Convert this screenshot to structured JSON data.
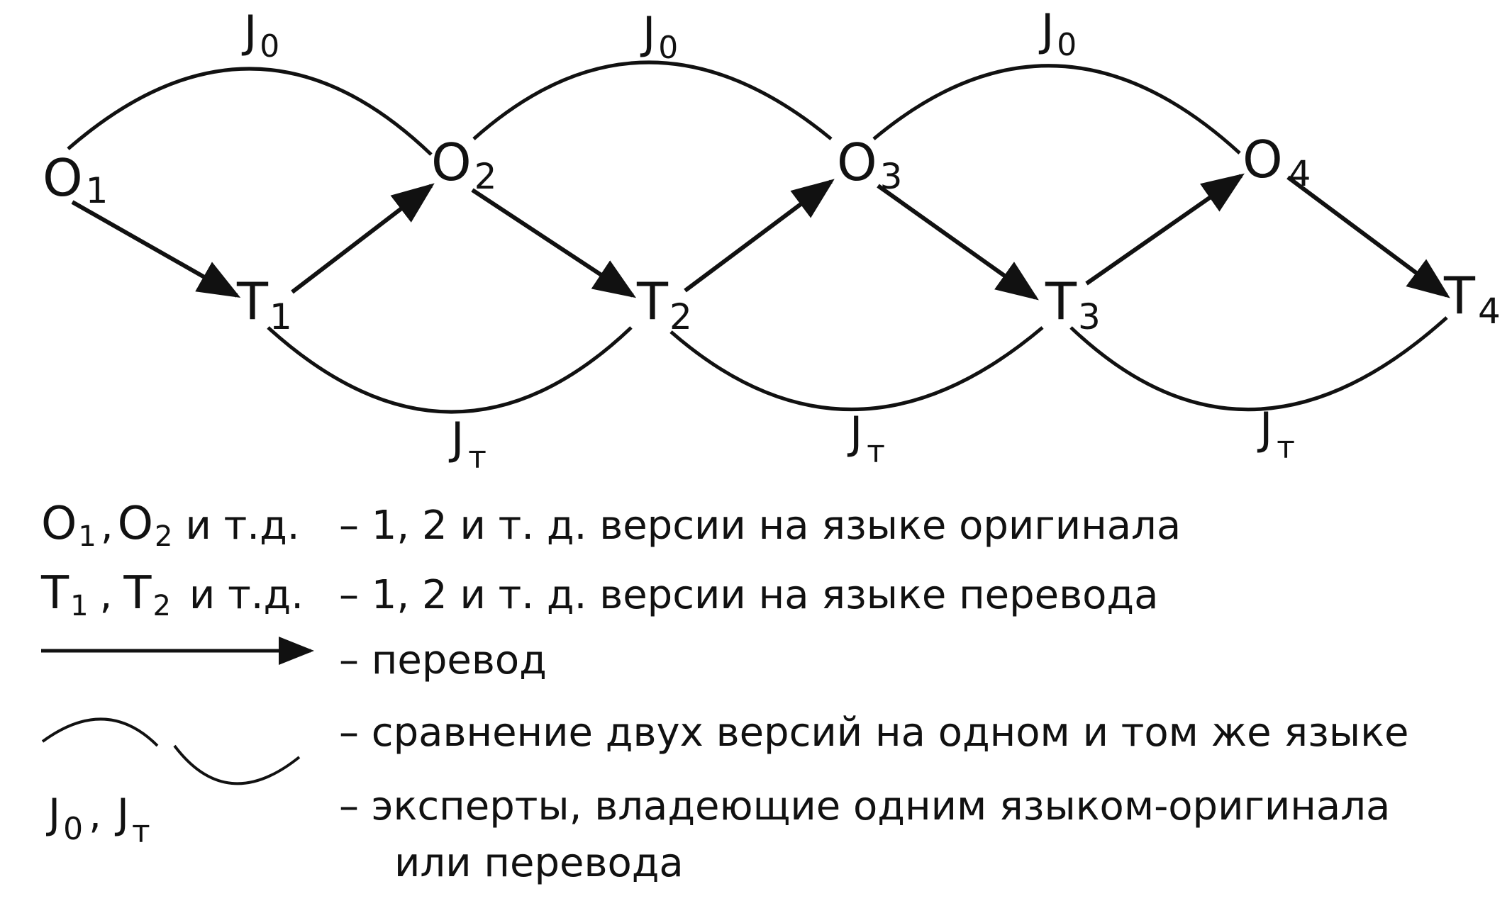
{
  "diagram": {
    "originals": [
      {
        "base": "O",
        "sub": "1"
      },
      {
        "base": "O",
        "sub": "2"
      },
      {
        "base": "O",
        "sub": "3"
      },
      {
        "base": "O",
        "sub": "4"
      }
    ],
    "translations": [
      {
        "base": "T",
        "sub": "1"
      },
      {
        "base": "T",
        "sub": "2"
      },
      {
        "base": "T",
        "sub": "3"
      },
      {
        "base": "T",
        "sub": "4"
      }
    ],
    "expert_original": {
      "base": "J",
      "sub": "0"
    },
    "expert_translation": {
      "base": "J",
      "sub": "т"
    }
  },
  "legend": {
    "row1": {
      "term_a": {
        "base": "O",
        "sub": "1"
      },
      "sep": ",",
      "term_b": {
        "base": "O",
        "sub": "2"
      },
      "etc": "и т.д.",
      "desc": "– 1, 2 и т. д. версии на языке оригинала"
    },
    "row2": {
      "term_a": {
        "base": "T",
        "sub": "1"
      },
      "sep": ",",
      "term_b": {
        "base": "T",
        "sub": "2"
      },
      "etc": "и т.д.",
      "desc": "– 1, 2 и т. д. версии на языке перевода"
    },
    "row3": {
      "desc": "– перевод"
    },
    "row4": {
      "desc": "– сравнение двух версий на одном и том же языке"
    },
    "row5": {
      "term_a": {
        "base": "J",
        "sub": "0"
      },
      "sep": ",",
      "term_b": {
        "base": "J",
        "sub": "т"
      },
      "desc_line1": "– эксперты, владеющие одним языком-оригинала",
      "desc_line2": "или перевода"
    }
  }
}
